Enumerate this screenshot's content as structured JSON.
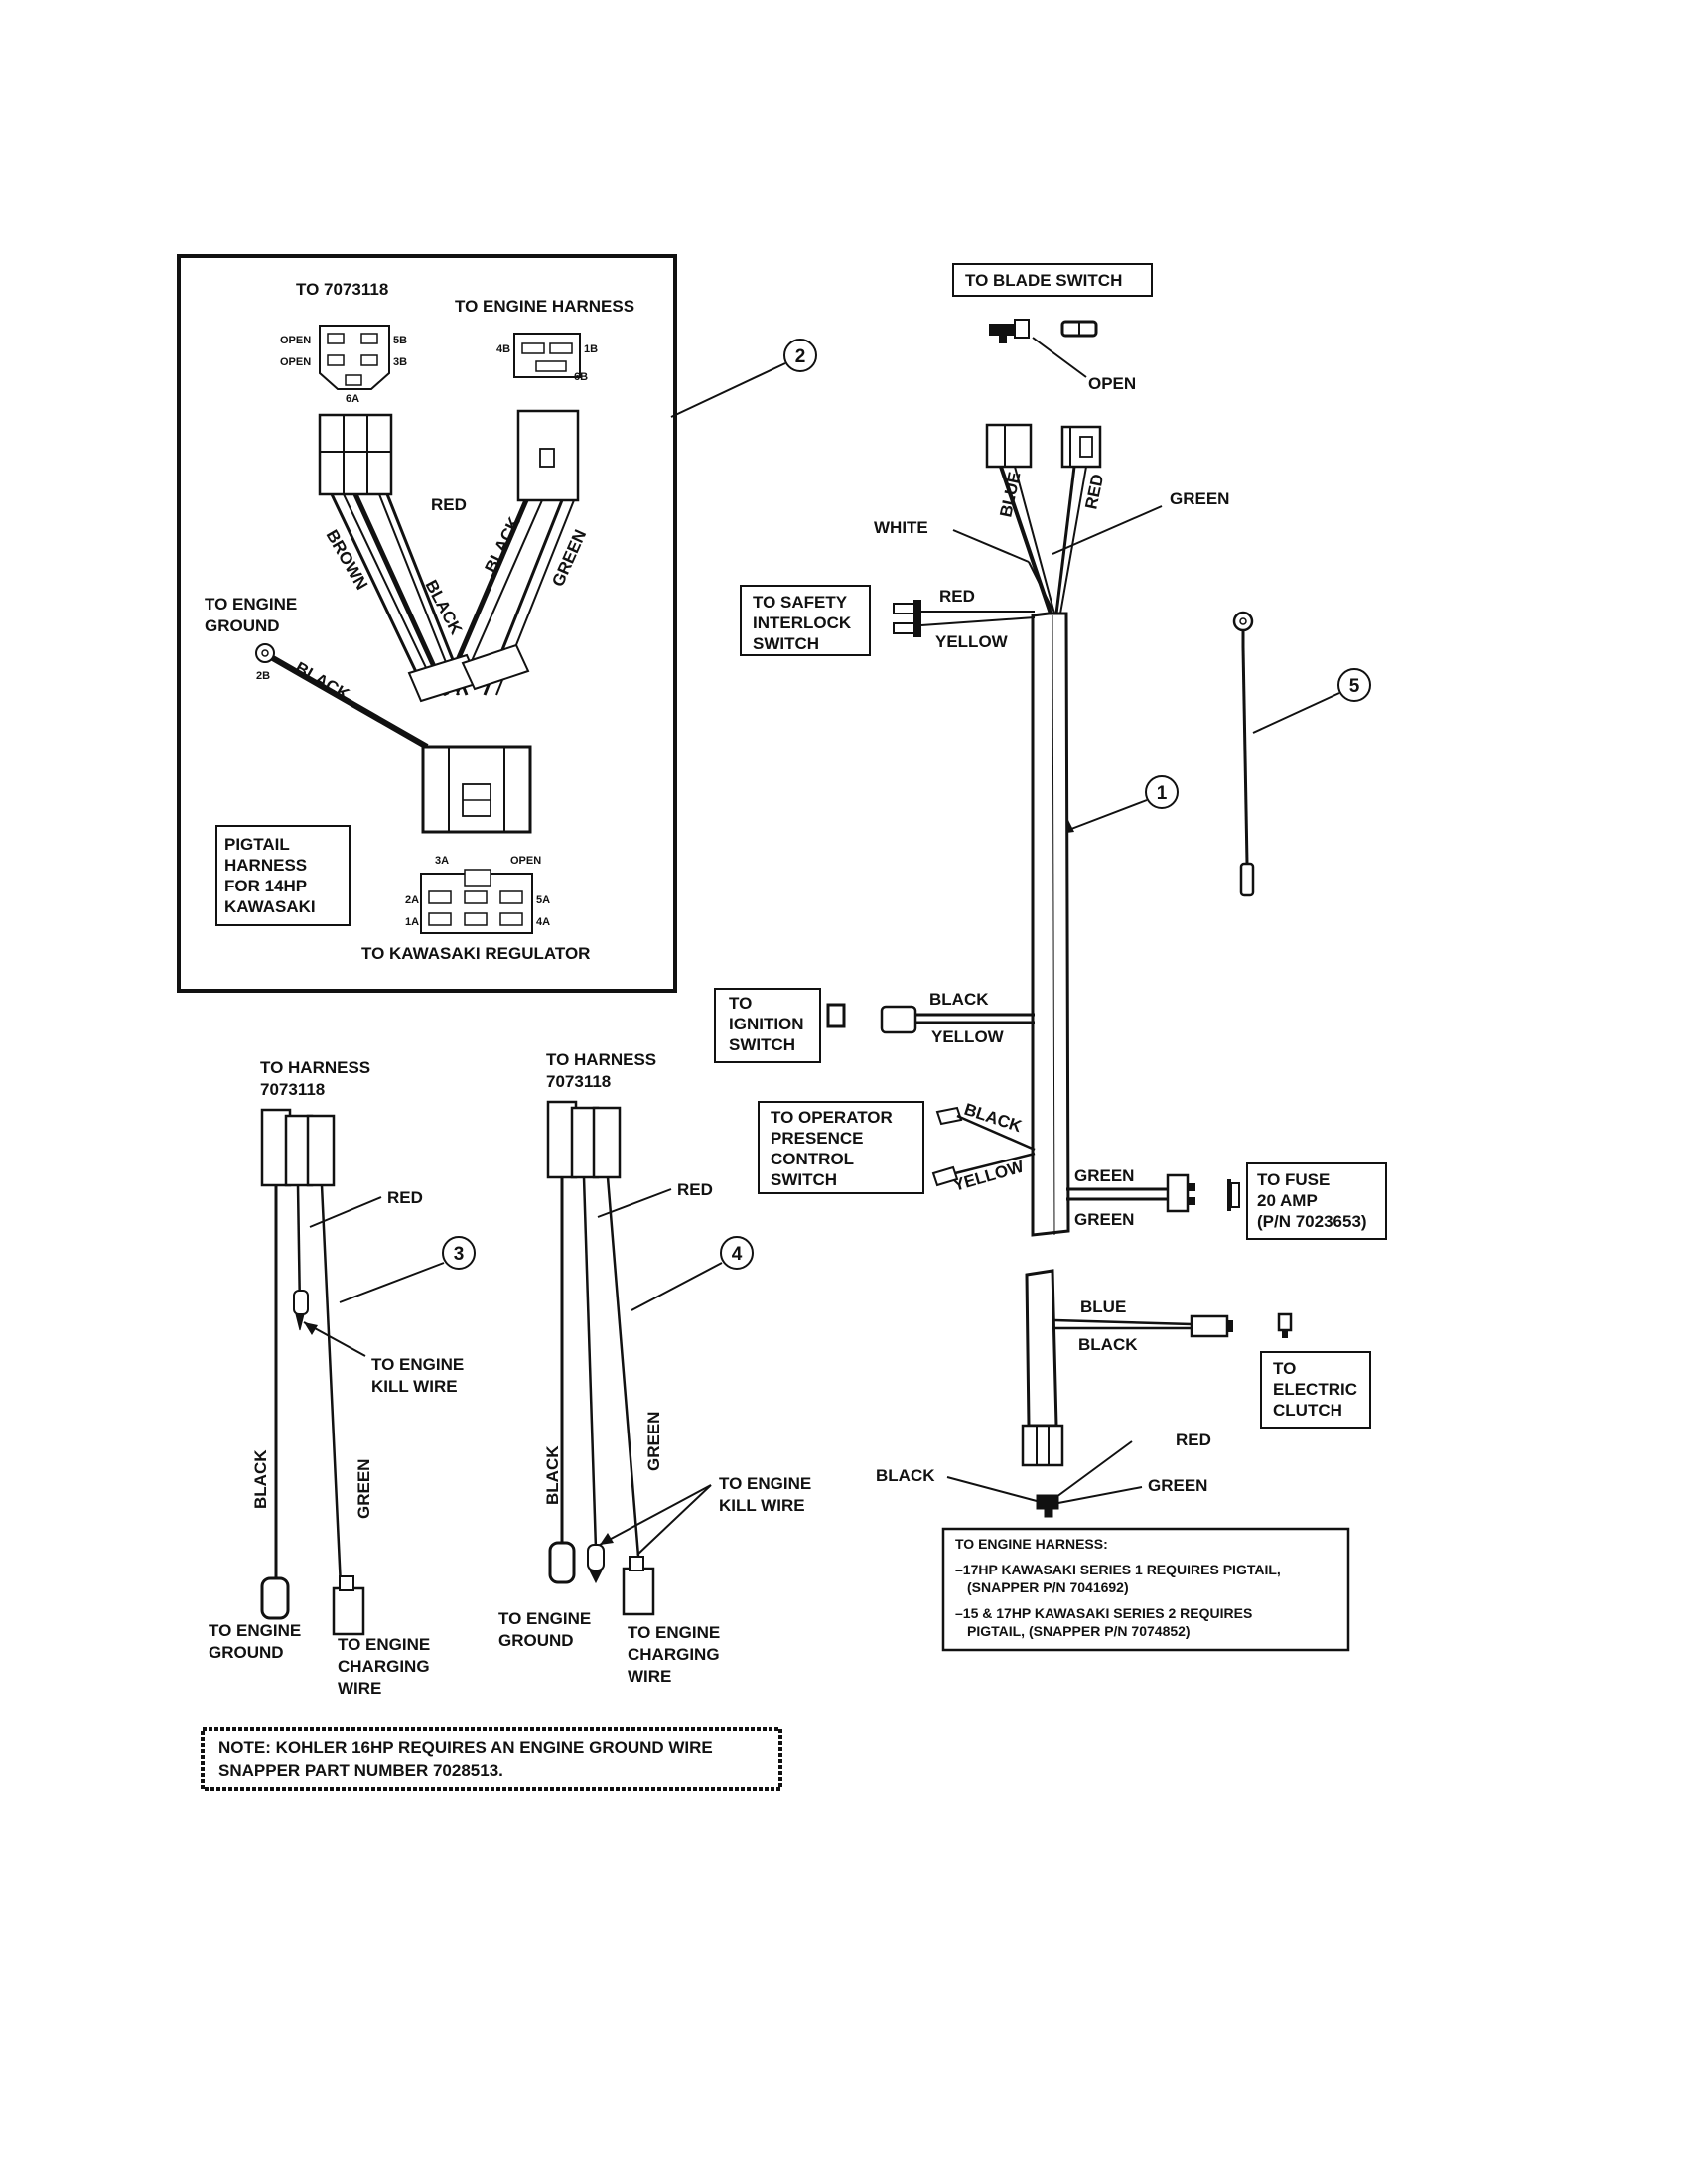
{
  "inset": {
    "to_7073118": "TO 7073118",
    "to_engine_harness": "TO ENGINE HARNESS",
    "pin_open_1": "OPEN",
    "pin_open_2": "OPEN",
    "pin_5b": "5B",
    "pin_3b": "3B",
    "pin_6a": "6A",
    "pin_4b": "4B",
    "pin_1b": "1B",
    "pin_6b": "6B",
    "wire_red": "RED",
    "wire_brown": "BROWN",
    "wire_black_1": "BLACK",
    "wire_black_2": "BLACK",
    "wire_green": "GREEN",
    "wire_black_ground": "BLACK",
    "to_engine_ground": [
      "TO ENGINE",
      "GROUND"
    ],
    "pin_2b": "2B",
    "pigtail_box": [
      "PIGTAIL",
      "HARNESS",
      "FOR 14HP",
      "KAWASAKI"
    ],
    "pin_3a": "3A",
    "pin_open_3": "OPEN",
    "pin_2a": "2A",
    "pin_5a": "5A",
    "pin_1a": "1A",
    "pin_4a": "4A",
    "to_kawasaki_regulator": "TO KAWASAKI REGULATOR"
  },
  "callouts": [
    "1",
    "2",
    "3",
    "4",
    "5"
  ],
  "main_harness": {
    "to_blade_switch": "TO BLADE SWITCH",
    "open": "OPEN",
    "blue": "BLUE",
    "red_top": "RED",
    "white": "WHITE",
    "green_top": "GREEN",
    "safety_box": [
      "TO SAFETY",
      "INTERLOCK",
      "SWITCH"
    ],
    "safety_red": "RED",
    "safety_yellow": "YELLOW",
    "ignition_box": [
      "TO",
      "IGNITION",
      "SWITCH"
    ],
    "ign_black": "BLACK",
    "ign_yellow": "YELLOW",
    "operator_box": [
      "TO OPERATOR",
      "PRESENCE",
      "CONTROL",
      "SWITCH"
    ],
    "op_black": "BLACK",
    "op_yellow": "YELLOW",
    "fuse_green_1": "GREEN",
    "fuse_green_2": "GREEN",
    "fuse_box": [
      "TO FUSE",
      "20 AMP",
      "(P/N 7023653)"
    ],
    "clutch_blue": "BLUE",
    "clutch_black": "BLACK",
    "clutch_box": [
      "TO",
      "ELECTRIC",
      "CLUTCH"
    ],
    "end_red": "RED",
    "end_black": "BLACK",
    "end_green": "GREEN",
    "engine_harness_box": [
      "TO ENGINE HARNESS:",
      "–17HP KAWASAKI SERIES 1 REQUIRES PIGTAIL,",
      "(SNAPPER P/N 7041692)",
      "–15 & 17HP KAWASAKI SERIES 2 REQUIRES",
      "PIGTAIL, (SNAPPER P/N 7074852)"
    ]
  },
  "part3": {
    "to_harness": [
      "TO HARNESS",
      "7073118"
    ],
    "red": "RED",
    "kill_wire": [
      "TO ENGINE",
      "KILL WIRE"
    ],
    "black": "BLACK",
    "green": "GREEN",
    "ground": [
      "TO ENGINE",
      "GROUND"
    ],
    "charging": [
      "TO ENGINE",
      "CHARGING",
      "WIRE"
    ]
  },
  "part4": {
    "to_harness": [
      "TO HARNESS",
      "7073118"
    ],
    "red": "RED",
    "kill_wire": [
      "TO ENGINE",
      "KILL WIRE"
    ],
    "black": "BLACK",
    "green": "GREEN",
    "ground": [
      "TO ENGINE",
      "GROUND"
    ],
    "charging": [
      "TO ENGINE",
      "CHARGING",
      "WIRE"
    ]
  },
  "note": [
    "NOTE: KOHLER 16HP REQUIRES AN ENGINE GROUND WIRE",
    "SNAPPER PART NUMBER 7028513."
  ]
}
